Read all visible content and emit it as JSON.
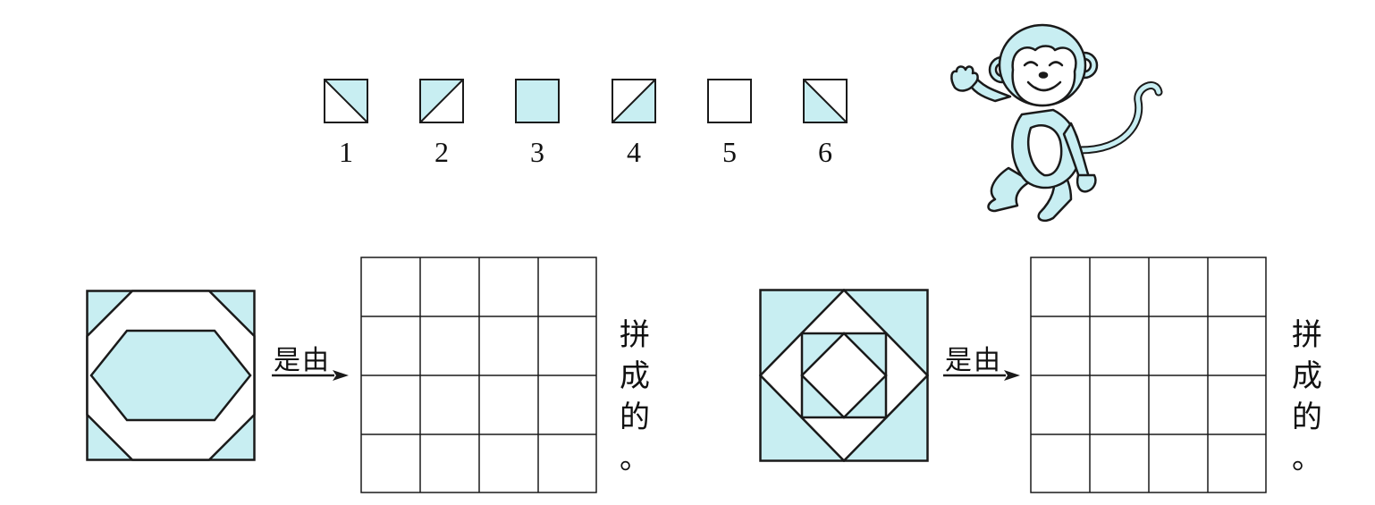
{
  "colors": {
    "fill": "#c8eef2",
    "line": "#1a1a1a"
  },
  "tiles": [
    {
      "num": "1",
      "type": "diag-down-bottomleft"
    },
    {
      "num": "2",
      "type": "diag-up-topleft"
    },
    {
      "num": "3",
      "type": "full"
    },
    {
      "num": "4",
      "type": "diag-up-bottomright"
    },
    {
      "num": "5",
      "type": "empty"
    },
    {
      "num": "6",
      "type": "diag-down-topright"
    }
  ],
  "exercise1": {
    "label": "是由",
    "trailing": "拼成的。"
  },
  "exercise2": {
    "label": "是由",
    "trailing": "拼成的。"
  },
  "mascot": {
    "icon": "monkey-waving-icon"
  }
}
